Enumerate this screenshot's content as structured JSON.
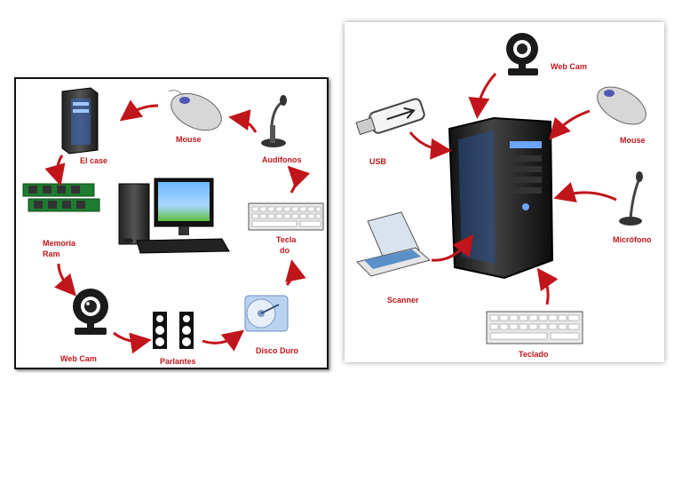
{
  "colors": {
    "label": "#c0151b",
    "arrow": "#c0151b",
    "frame": "#111111"
  },
  "left_diagram": {
    "labels": {
      "case": "El case",
      "mouse": "Mouse",
      "headphones": "Audifonos",
      "memory_line1": "Memoria",
      "memory_line2": "Ram",
      "keyboard_line1": "Tecla",
      "keyboard_line2": "do",
      "webcam": "Web Cam",
      "speakers": "Parlantes",
      "hard_drive": "Disco Duro"
    },
    "icons": [
      "computer-tower-icon",
      "mouse-icon",
      "microphone-headset-icon",
      "ram-memory-icon",
      "desktop-computer-icon",
      "keyboard-icon",
      "webcam-icon",
      "speakers-icon",
      "hard-drive-icon"
    ]
  },
  "right_diagram": {
    "labels": {
      "webcam": "Web Cam",
      "usb": "USB",
      "mouse": "Mouse",
      "microphone": "Micrófono",
      "scanner": "Scanner",
      "keyboard": "Teclado"
    },
    "icons": [
      "webcam-icon",
      "usb-drive-icon",
      "mouse-icon",
      "computer-case-icon",
      "microphone-icon",
      "scanner-icon",
      "keyboard-icon"
    ]
  }
}
